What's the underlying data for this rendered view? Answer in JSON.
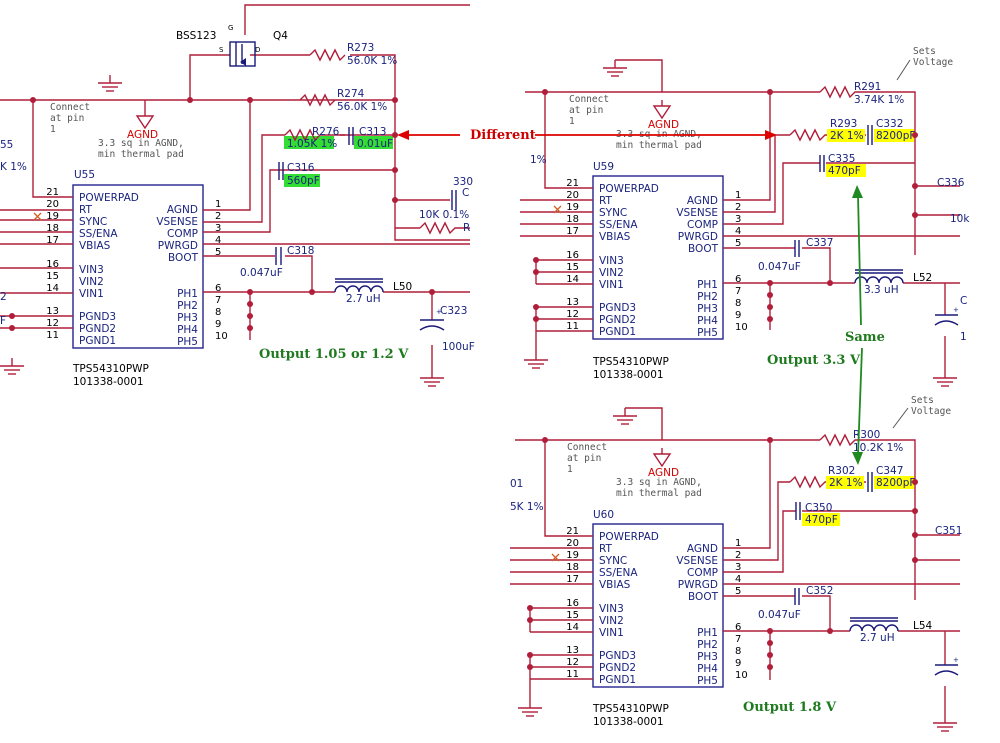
{
  "colors": {
    "wire": "#b01e3a",
    "ic": "#23238e",
    "highlight_yellow": "#ffff00",
    "highlight_green": "#33dd33",
    "annotation_red": "#cc0000",
    "annotation_green": "#1f7a1f"
  },
  "annotations": {
    "different": "Different",
    "same": "Same",
    "output_a": "Output 1.05 or 1.2 V",
    "output_b": "Output 3.3 V",
    "output_c": "Output 1.8 V"
  },
  "notes": {
    "connect": [
      "Connect",
      "at pin",
      "1"
    ],
    "agnd_note": [
      "3.3 sq in AGND,",
      "min thermal pad"
    ],
    "sets_voltage": [
      "Sets",
      "Voltage"
    ]
  },
  "ic": {
    "part": "TPS54310PWP",
    "pn": "101338-0001",
    "left_pins": [
      {
        "num": "21",
        "name": "POWERPAD"
      },
      {
        "num": "20",
        "name": "RT"
      },
      {
        "num": "19",
        "name": "SYNC"
      },
      {
        "num": "18",
        "name": "SS/ENA"
      },
      {
        "num": "17",
        "name": "VBIAS"
      },
      {
        "num": "16",
        "name": "VIN3"
      },
      {
        "num": "15",
        "name": "VIN2"
      },
      {
        "num": "14",
        "name": "VIN1"
      },
      {
        "num": "13",
        "name": "PGND3"
      },
      {
        "num": "12",
        "name": "PGND2"
      },
      {
        "num": "11",
        "name": "PGND1"
      }
    ],
    "right_pins": [
      {
        "num": "1",
        "name": "AGND"
      },
      {
        "num": "2",
        "name": "VSENSE"
      },
      {
        "num": "3",
        "name": "COMP"
      },
      {
        "num": "4",
        "name": "PWRGD"
      },
      {
        "num": "5",
        "name": "BOOT"
      },
      {
        "num": "6",
        "name": "PH1"
      },
      {
        "num": "7",
        "name": "PH2"
      },
      {
        "num": "8",
        "name": "PH3"
      },
      {
        "num": "9",
        "name": "PH4"
      },
      {
        "num": "10",
        "name": "PH5"
      }
    ]
  },
  "blocks": {
    "a": {
      "ref": "U55",
      "agnd": "AGND",
      "q4_part": "BSS123",
      "q4_ref": "Q4",
      "q4_g": "G",
      "q4_s": "S",
      "q4_d": "D",
      "r273_ref": "R273",
      "r273_val": "56.0K 1%",
      "r274_ref": "R274",
      "r274_val": "56.0K 1%",
      "r276_ref": "R276",
      "r276_val": "1.05K 1%",
      "c313_ref": "C313",
      "c313_val": "0.01uF",
      "c316_ref": "C316",
      "c316_val": "560pF",
      "c318_ref": "C318",
      "c318_val": "0.047uF",
      "l_ref": "L50",
      "l_val": "2.7 uH",
      "cout_ref": "C323",
      "cout_val": "100uF",
      "rt_partial": "K 1%",
      "left_partial": "55",
      "cpartial": "330",
      "cpartial2": "C",
      "r10k": "10K 0.1%",
      "rpartial": "R",
      "fpartial": "F",
      "twopartial": "2"
    },
    "b": {
      "ref": "U59",
      "agnd": "AGND",
      "rtop_ref": "R291",
      "rtop_val": "3.74K 1%",
      "rc_ref": "R293",
      "rc_val": "2K 1%",
      "cc_ref": "C332",
      "cc_val": "8200pF",
      "cp_ref": "C335",
      "cp_val": "470pF",
      "cboot_ref": "C337",
      "cboot_val": "0.047uF",
      "l_ref": "L52",
      "l_val": "3.3 uH",
      "cpartial": "C336",
      "rpartial": "10k",
      "pct": "1%",
      "out_partial": "C",
      "out_partial2": "1"
    },
    "c": {
      "ref": "U60",
      "agnd": "AGND",
      "rtop_ref": "R300",
      "rtop_val": "10.2K 1%",
      "rc_ref": "R302",
      "rc_val": "2K 1%",
      "cc_ref": "C347",
      "cc_val": "8200pF",
      "cp_ref": "C350",
      "cp_val": "470pF",
      "cboot_ref": "C352",
      "cboot_val": "0.047uF",
      "l_ref": "L54",
      "l_val": "2.7 uH",
      "cpartial": "C351",
      "lp1": "01",
      "lp2": "5K 1%"
    }
  }
}
